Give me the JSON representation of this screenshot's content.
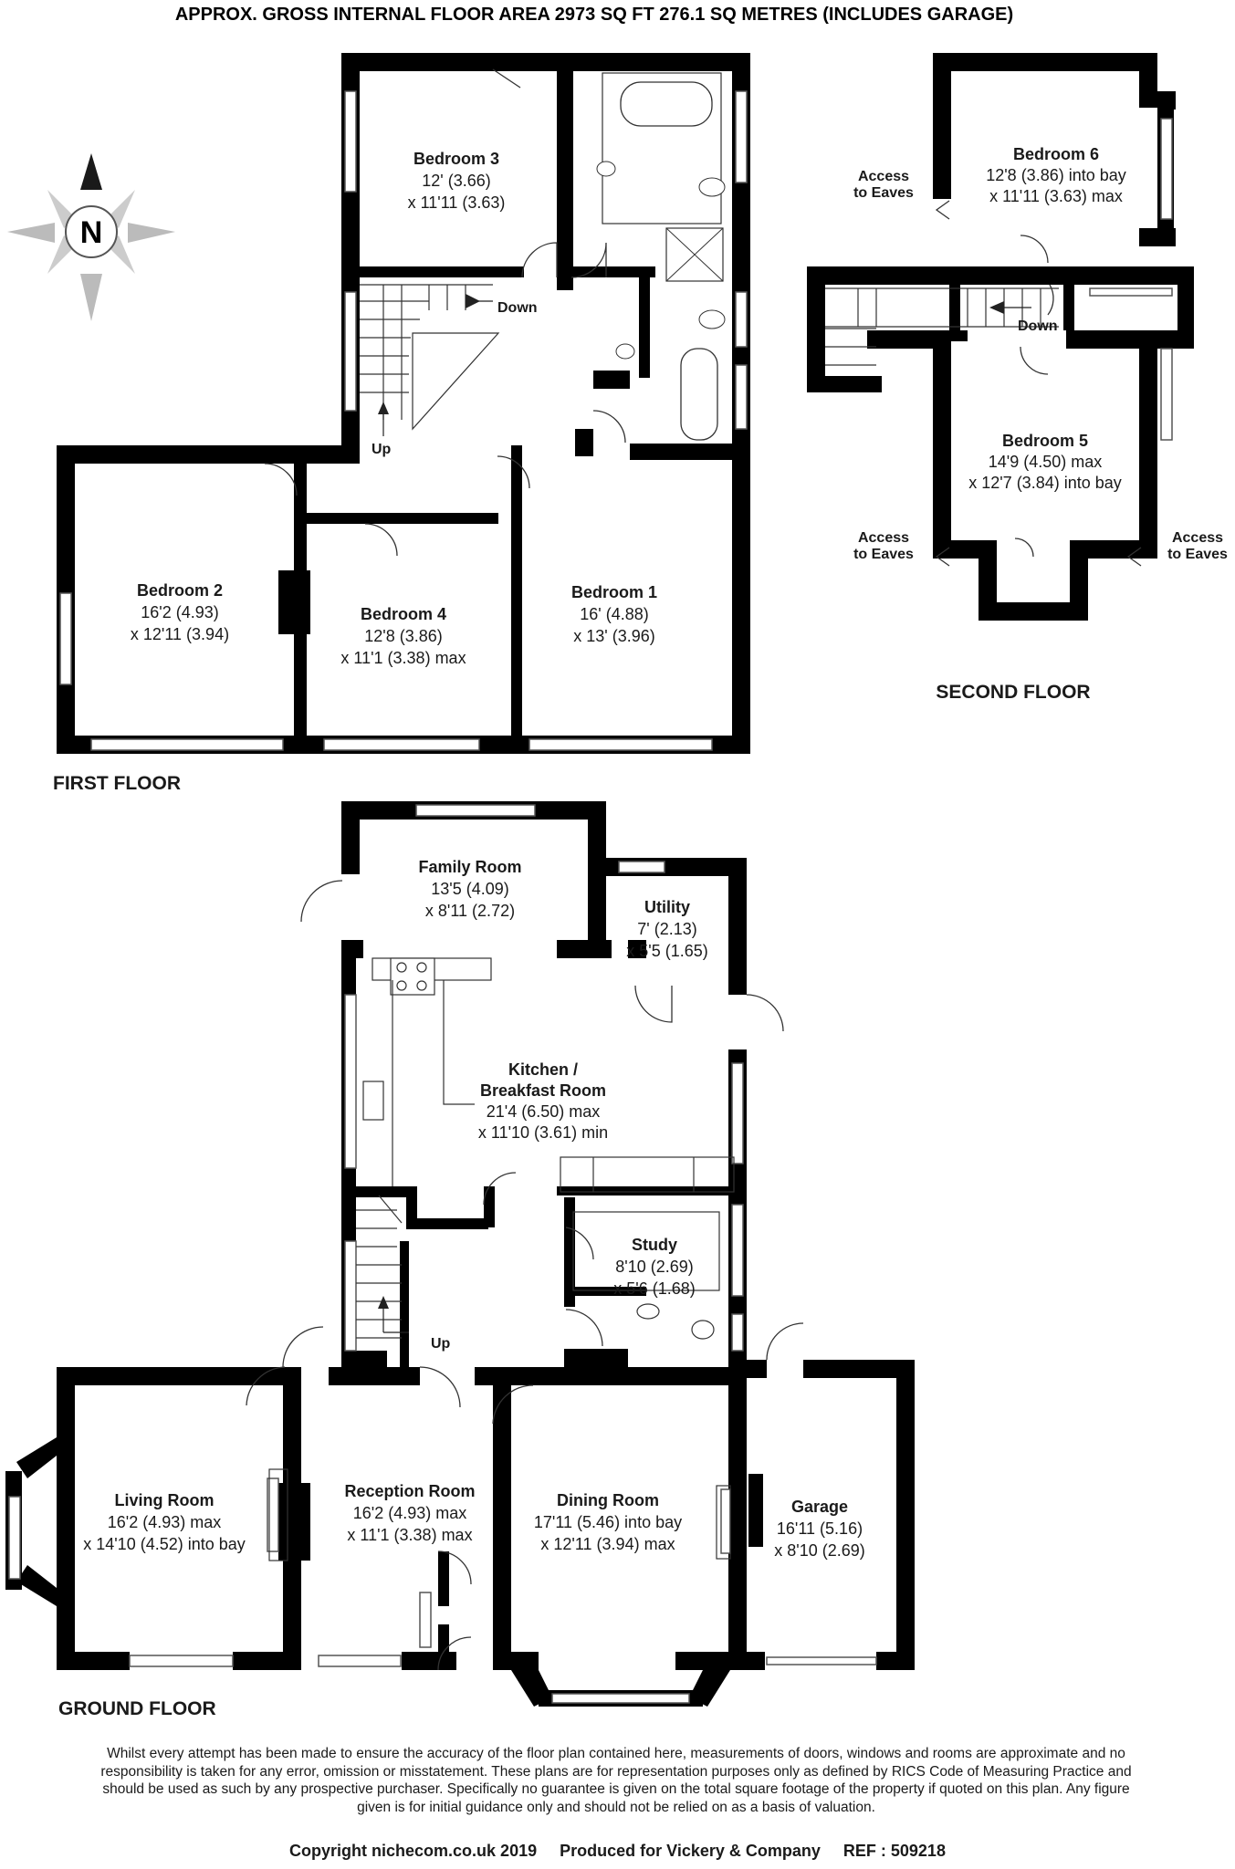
{
  "header": "APPROX. GROSS INTERNAL FLOOR AREA 2973 SQ FT 276.1 SQ METRES (INCLUDES GARAGE)",
  "compass": {
    "letter": "N",
    "icon": "compass-rose-icon"
  },
  "floors": {
    "first": "FIRST FLOOR",
    "second": "SECOND FLOOR",
    "ground": "GROUND FLOOR"
  },
  "rooms": {
    "bedroom3": {
      "name": "Bedroom 3",
      "dim1": "12' (3.66)",
      "dim2": "x 11'11 (3.63)"
    },
    "bedroom2": {
      "name": "Bedroom 2",
      "dim1": "16'2 (4.93)",
      "dim2": "x 12'11 (3.94)"
    },
    "bedroom4": {
      "name": "Bedroom 4",
      "dim1": "12'8 (3.86)",
      "dim2": "x 11'1 (3.38) max"
    },
    "bedroom1": {
      "name": "Bedroom 1",
      "dim1": "16' (4.88)",
      "dim2": "x 13' (3.96)"
    },
    "bedroom6": {
      "name": "Bedroom 6",
      "dim1": "12'8 (3.86) into bay",
      "dim2": "x 11'11 (3.63) max"
    },
    "bedroom5": {
      "name": "Bedroom 5",
      "dim1": "14'9 (4.50) max",
      "dim2": "x 12'7 (3.84) into bay"
    },
    "family": {
      "name": "Family Room",
      "dim1": "13'5 (4.09)",
      "dim2": "x 8'11 (2.72)"
    },
    "utility": {
      "name": "Utility",
      "dim1": "7' (2.13)",
      "dim2": "x 5'5 (1.65)"
    },
    "kitchen": {
      "name1": "Kitchen /",
      "name2": "Breakfast Room",
      "dim1": "21'4 (6.50) max",
      "dim2": "x 11'10 (3.61) min"
    },
    "study": {
      "name": "Study",
      "dim1": "8'10 (2.69)",
      "dim2": "x 5'6 (1.68)"
    },
    "living": {
      "name": "Living Room",
      "dim1": "16'2 (4.93) max",
      "dim2": "x 14'10 (4.52) into bay"
    },
    "reception": {
      "name": "Reception Room",
      "dim1": "16'2 (4.93) max",
      "dim2": "x 11'1 (3.38) max"
    },
    "dining": {
      "name": "Dining Room",
      "dim1": "17'11 (5.46) into bay",
      "dim2": "x 12'11 (3.94) max"
    },
    "garage": {
      "name": "Garage",
      "dim1": "16'11 (5.16)",
      "dim2": "x 8'10 (2.69)"
    }
  },
  "stairs": {
    "down": "Down",
    "up": "Up"
  },
  "eaves": {
    "line1": "Access",
    "line2": "to Eaves"
  },
  "disclaimer": "Whilst every attempt has been made to ensure the accuracy of the floor plan contained here, measurements of doors, windows and rooms are approximate and no responsibility is taken for any error, omission or misstatement. These plans are for representation purposes only as defined by RICS Code of Measuring Practice and should be used as such by any prospective purchaser. Specifically no guarantee is given on the total square footage of the property if quoted on this plan. Any figure given is for initial guidance only and should not be relied on as a basis of valuation.",
  "footer": {
    "copyright": "Copyright nichecom.co.uk 2019",
    "produced": "Produced for Vickery & Company",
    "ref": "REF : 509218"
  }
}
